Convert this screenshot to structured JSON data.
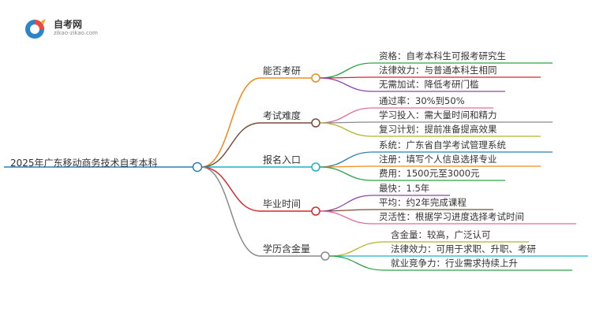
{
  "logo": {
    "title": "自考网",
    "url": "zikao-zikao.com"
  },
  "root": {
    "label": "2025年广东移动商务技术自考本科",
    "color": "#2a7fb8"
  },
  "branches": [
    {
      "label": "能否考研",
      "color": "#f28a1a",
      "children": [
        {
          "label": "资格：自考本科生可报考研究生",
          "color": "#2ea043"
        },
        {
          "label": "法律效力：与普通本科生相同",
          "color": "#d7262a"
        },
        {
          "label": "无需加试：降低考研门槛",
          "color": "#8e44ad"
        }
      ]
    },
    {
      "label": "考试难度",
      "color": "#7a4b3a",
      "children": [
        {
          "label": "通过率：30%到50%",
          "color": "#e06a9a"
        },
        {
          "label": "学习投入：需大量时间和精力",
          "color": "#8a8a8a"
        },
        {
          "label": "复习计划：提前准备提高效果",
          "color": "#b5b52a"
        }
      ]
    },
    {
      "label": "报名入口",
      "color": "#19b3c4",
      "children": [
        {
          "label": "系统：广东省自学考试管理系统",
          "color": "#2a7fb8"
        },
        {
          "label": "注册：填写个人信息选择专业",
          "color": "#f28a1a"
        },
        {
          "label": "费用：1500元至3000元",
          "color": "#2ea043"
        }
      ]
    },
    {
      "label": "毕业时间",
      "color": "#d7262a",
      "children": [
        {
          "label": "最快：1.5年",
          "color": "#8e44ad"
        },
        {
          "label": "平均：约2年完成课程",
          "color": "#7a4b3a"
        },
        {
          "label": "灵活性：根据学习进度选择考试时间",
          "color": "#e06a9a"
        }
      ]
    },
    {
      "label": "学历含金量",
      "color": "#8a8a8a",
      "children": [
        {
          "label": "含金量：较高，广泛认可",
          "color": "#b5b52a"
        },
        {
          "label": "法律效力：可用于求职、升职、考研",
          "color": "#19b3c4"
        },
        {
          "label": "就业竞争力：行业需求持续上升",
          "color": "#2ea043"
        }
      ]
    }
  ]
}
